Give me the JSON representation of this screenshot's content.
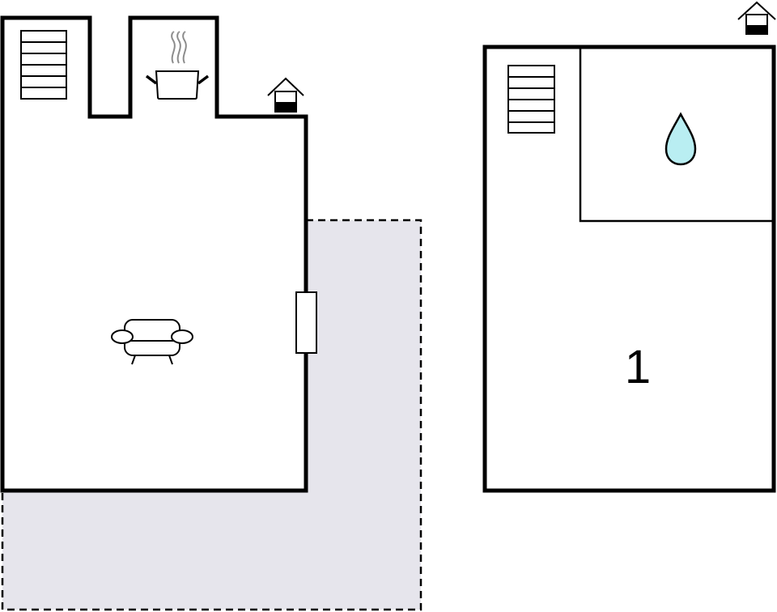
{
  "floors": [
    {
      "id": "ground-floor",
      "rooms": [
        {
          "type": "living-room",
          "icon": "sofa-icon"
        },
        {
          "type": "kitchen",
          "icon": "cooking-pot-icon"
        }
      ],
      "features": [
        "staircase-icon",
        "entrance-house-icon",
        "window",
        "terrace"
      ],
      "outdoor_area": {
        "type": "terrace",
        "fill_color": "#e6e5ec",
        "border": "dashed"
      }
    },
    {
      "id": "upper-floor",
      "rooms": [
        {
          "type": "bedroom",
          "label": "1"
        },
        {
          "type": "bathroom",
          "icon": "water-drop-icon"
        }
      ],
      "features": [
        "staircase-icon",
        "entrance-house-icon"
      ]
    }
  ],
  "colors": {
    "wall": "#000000",
    "terrace_fill": "#e6e5ec",
    "water_drop": "#b9eef2",
    "steam": "#8c8c8c"
  }
}
